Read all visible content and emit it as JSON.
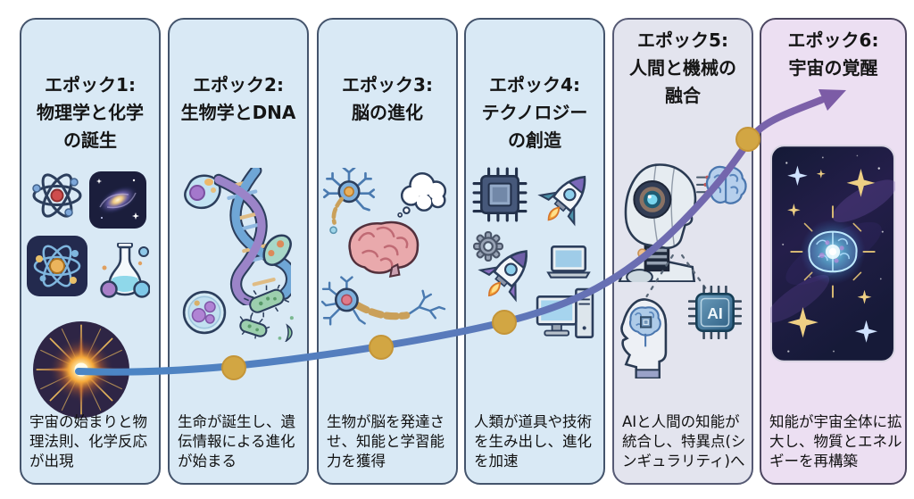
{
  "page": {
    "background": "#ffffff",
    "panel_blue": "#d9e9f5",
    "panel_gray": "#e3e4ee",
    "panel_purple": "#ecdff2"
  },
  "timeline": {
    "line_color_start": "#4a86c5",
    "line_color_end": "#7e5fa8",
    "arrow_color": "#7c5ca6",
    "dot_color": "#d2a643",
    "dot_count": 4
  },
  "panels": [
    {
      "epoch": 1,
      "title": "エポック1:\n物理学と化学\nの誕生",
      "description": "宇宙の始まりと物理法則、化学反応が出現",
      "background": "#d9e9f5",
      "icons": [
        "atom-icon",
        "galaxy-icon",
        "atom-dark-tile-icon",
        "flask-icon",
        "big-bang-starburst-icon"
      ]
    },
    {
      "epoch": 2,
      "title": "エポック2:\n生物学とDNA",
      "description": "生命が誕生し、遺伝情報による進化が始まる",
      "background": "#d9e9f5",
      "icons": [
        "cell-icon",
        "dna-helix-icon",
        "mitochondria-icon",
        "cell-cluster-icon",
        "bacteria-icon"
      ]
    },
    {
      "epoch": 3,
      "title": "エポック3:\n脳の進化",
      "description": "生物が脳を発達させ、知能と学習能力を獲得",
      "background": "#d9e9f5",
      "icons": [
        "neuron-icon",
        "thought-cloud-icon",
        "brain-icon",
        "neuron-synapse-icon"
      ]
    },
    {
      "epoch": 4,
      "title": "エポック4:\nテクノロジー\nの創造",
      "description": "人類が道具や技術を生み出し、進化を加速",
      "background": "#d9e9f5",
      "icons": [
        "cpu-chip-icon",
        "rocket-icon",
        "gear-icon",
        "rocket-icon",
        "laptop-icon",
        "desktop-computer-icon"
      ]
    },
    {
      "epoch": 5,
      "title": "エポック5:\n人間と機械の\n融合",
      "description": "AIと人間の知能が統合し、特異点(シンギュラリティ)へ",
      "background": "#e3e4ee",
      "ai_chip_label": "AI",
      "icons": [
        "robot-head-icon",
        "digital-brain-icon",
        "human-head-circuit-icon",
        "ai-chip-icon"
      ]
    },
    {
      "epoch": 6,
      "title": "エポック6:\n宇宙の覚醒",
      "description": "知能が宇宙全体に拡大し、物質とエネルギーを再構築",
      "background": "#ecdff2",
      "icons": [
        "growth-arrow-icon",
        "cosmic-brain-icon"
      ]
    }
  ]
}
